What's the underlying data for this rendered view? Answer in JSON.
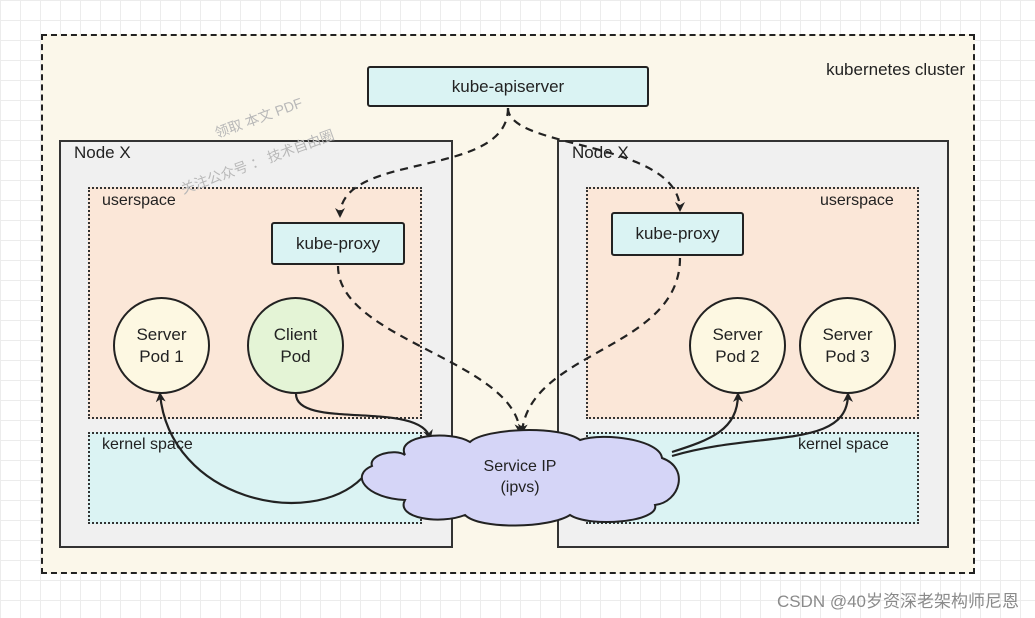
{
  "cluster": {
    "label": "kubernetes cluster"
  },
  "apiserver": {
    "label": "kube-apiserver"
  },
  "nodes": [
    {
      "label": "Node X",
      "userspace_label": "userspace",
      "kernelspace_label": "kernel space",
      "proxy_label": "kube-proxy",
      "pods": [
        {
          "line1": "Server",
          "line2": "Pod 1"
        },
        {
          "line1": "Client",
          "line2": "Pod"
        }
      ]
    },
    {
      "label": "Node X",
      "userspace_label": "userspace",
      "kernelspace_label": "kernel space",
      "proxy_label": "kube-proxy",
      "pods": [
        {
          "line1": "Server",
          "line2": "Pod 2"
        },
        {
          "line1": "Server",
          "line2": "Pod 3"
        }
      ]
    }
  ],
  "service": {
    "line1": "Service IP",
    "line2": "(ipvs)"
  },
  "watermark": {
    "line1": "领取 本文 PDF",
    "line2": "关注公众号 ： 技术自由圈"
  },
  "footer": {
    "credit": "CSDN @40岁资深老架构师尼恩"
  },
  "colors": {
    "cluster_bg": "#fbf7ea",
    "node_bg": "#f0f0f0",
    "userspace_bg": "#fbe7d8",
    "kernelspace_bg": "#dbf3f3",
    "proxy_bg": "#daf3f3",
    "server_pod_bg": "#fdf8e2",
    "client_pod_bg": "#e4f4d6",
    "service_cloud_bg": "#d5d5f7"
  }
}
